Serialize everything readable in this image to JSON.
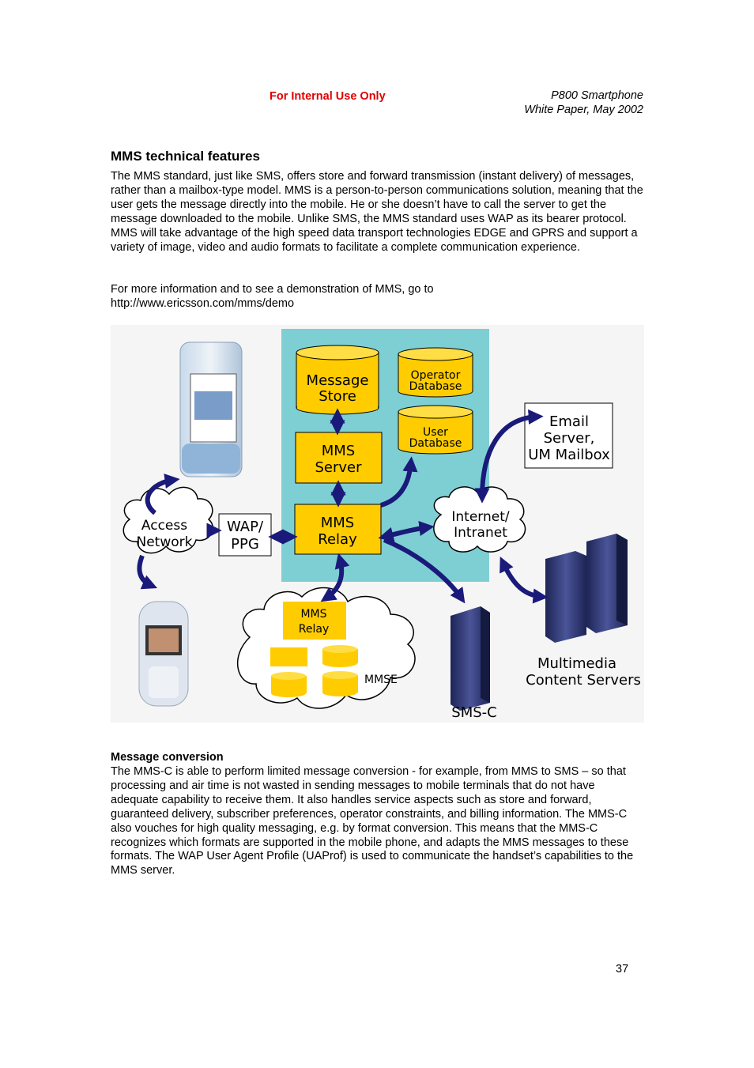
{
  "header": {
    "confidentiality": "For Internal Use Only",
    "doc_title_line1": "P800 Smartphone",
    "doc_title_line2": "White Paper, May 2002"
  },
  "section": {
    "title": "MMS technical features",
    "paragraph1": "The MMS standard, just like SMS, offers store and forward transmission (instant delivery) of messages, rather than a mailbox-type model. MMS is a person-to-person communications solution, meaning that the user gets the message directly into the mobile. He or she doesn’t have to call the server to get the message downloaded to the mobile. Unlike SMS, the MMS standard uses WAP as its bearer protocol. MMS will take advantage of the high speed data transport technologies EDGE and GPRS and support a variety of image, video and audio formats to facilitate a complete communication experience.",
    "paragraph2_line1": "For more information and to see a demonstration of MMS, go to",
    "paragraph2_url": "http://www.ericsson.com/mms/demo"
  },
  "diagram": {
    "message_store": [
      "Message",
      "Store"
    ],
    "operator_db": [
      "Operator",
      "Database"
    ],
    "user_db": [
      "User",
      "Database"
    ],
    "mms_server": [
      "MMS",
      "Server"
    ],
    "mms_relay": [
      "MMS",
      "Relay"
    ],
    "wap_ppg": [
      "WAP/",
      "PPG"
    ],
    "access_network": [
      "Access",
      "Network"
    ],
    "internet": [
      "Internet/",
      "Intranet"
    ],
    "email_server": [
      "Email",
      "Server,",
      "UM Mailbox"
    ],
    "mmse_relay": [
      "MMS",
      "Relay"
    ],
    "mmse_label": "MMSE",
    "sms_c": "SMS-C",
    "content_servers": [
      "Multimedia",
      "Content Servers"
    ],
    "colors": {
      "teal_bg": "#7ecfd4",
      "yellow": "#ffcc00",
      "arrow": "#1a1a7a"
    }
  },
  "conversion": {
    "title": "Message conversion",
    "paragraph": "The MMS-C is able to perform limited message conversion - for example, from MMS to SMS – so that processing and air time is not wasted in sending messages to mobile terminals that do not have adequate capability to receive them. It also handles service aspects such as store and forward, guaranteed delivery, subscriber preferences, operator constraints, and billing information. The MMS-C also vouches for high quality messaging, e.g. by format conversion. This means that the MMS-C recognizes which formats are supported in the mobile phone, and adapts the MMS messages to these formats. The WAP User Agent Profile (UAProf) is used to communicate the handset’s capabilities to the MMS server."
  },
  "footer": {
    "page_number": "37"
  }
}
